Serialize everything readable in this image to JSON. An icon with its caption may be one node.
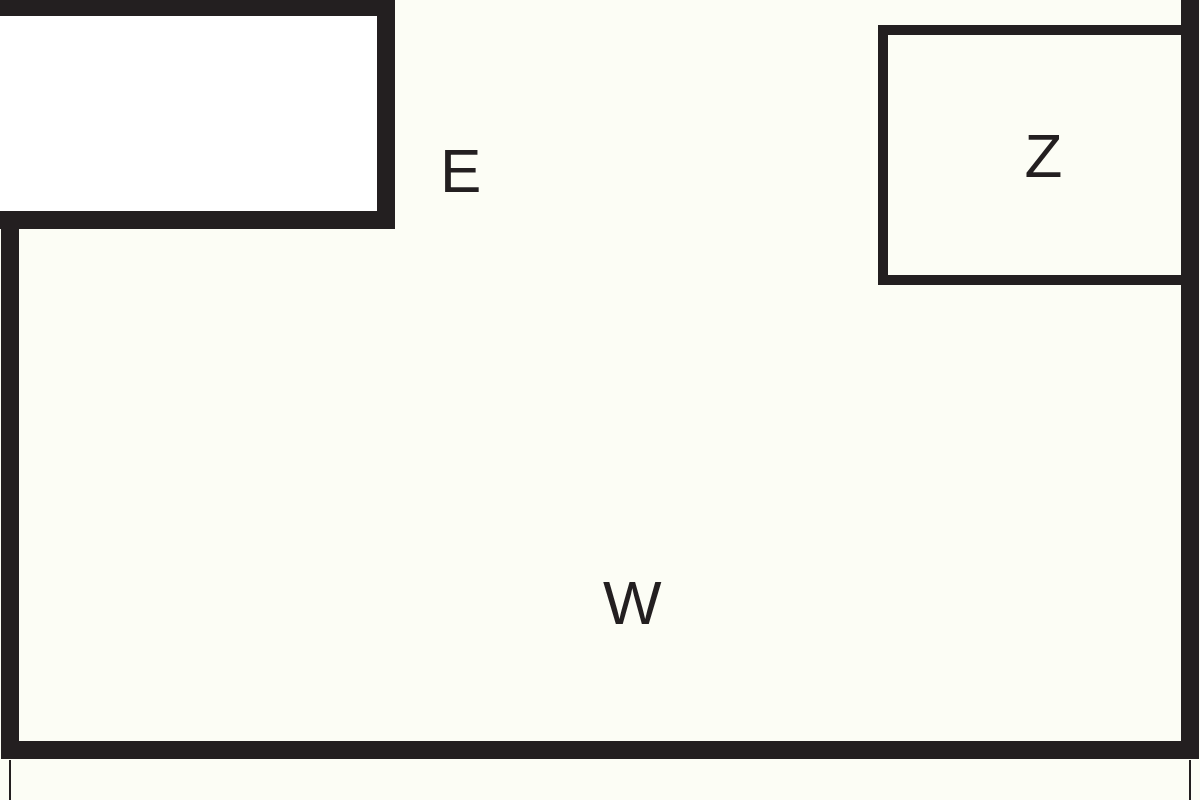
{
  "diagram": {
    "nodes": [
      {
        "text": [],
        "shape": "box"
      },
      {
        "text": [
          "Z"
        ]
      }
    ],
    "labels": [
      "E",
      "W"
    ]
  }
}
